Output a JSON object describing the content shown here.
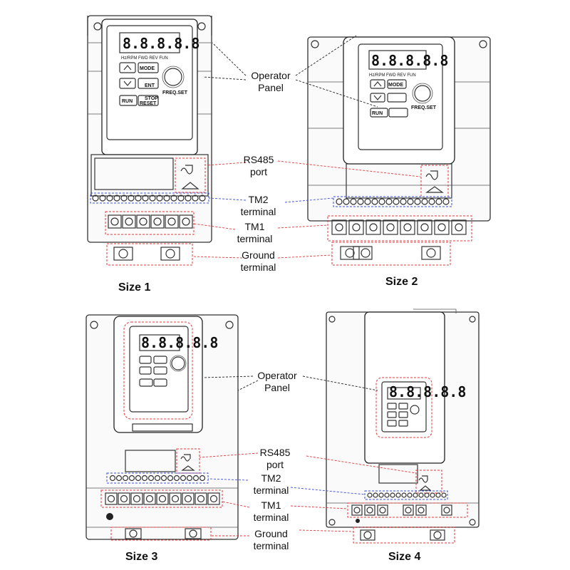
{
  "sizes": [
    {
      "label": "Size 1"
    },
    {
      "label": "Size 2"
    },
    {
      "label": "Size 3"
    },
    {
      "label": "Size 4"
    }
  ],
  "callouts": {
    "operator_panel": [
      "Operator",
      "Panel"
    ],
    "rs485_port": [
      "RS485",
      "port"
    ],
    "tm2_terminal": [
      "TM2",
      "terminal"
    ],
    "tm1_terminal": [
      "TM1",
      "terminal"
    ],
    "ground_terminal": [
      "Ground",
      "terminal"
    ]
  },
  "keypad": {
    "display": "8.8.8.8.8",
    "indicators": "Hz/RPM FWD REV FUN",
    "mode_key": "MODE",
    "enter_key": "ENT",
    "run_key": "RUN",
    "stop_key": "STOP",
    "reset_key": "RESET",
    "knob_label": "FREQ.SET"
  },
  "colors": {
    "rs485_tm1_ground_outline": "#e23a3a",
    "tm2_outline": "#3a4fd8",
    "drawing": "#333333"
  }
}
